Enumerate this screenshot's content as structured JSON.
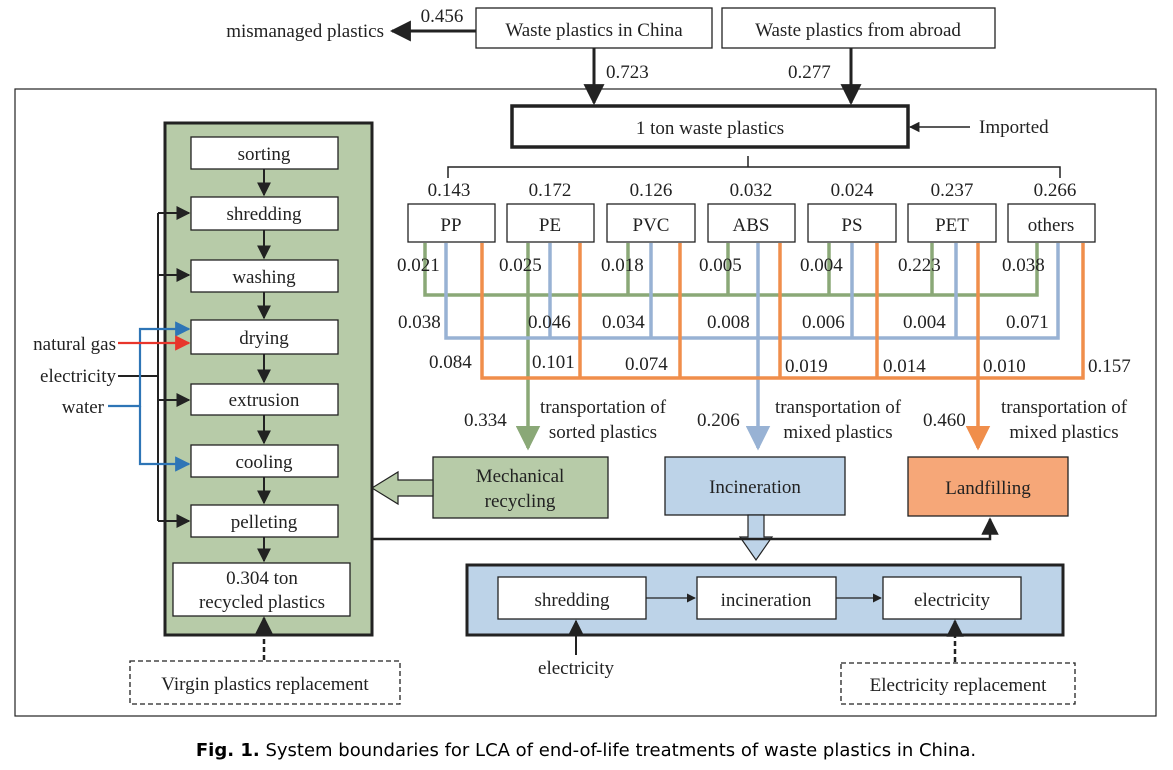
{
  "top": {
    "mismanaged_label": "mismanaged plastics",
    "mismanaged_value": "0.456",
    "china_label": "Waste plastics in China",
    "abroad_label": "Waste plastics from abroad",
    "china_value": "0.723",
    "abroad_value": "0.277",
    "total_label": "1 ton waste plastics",
    "imported_label": "Imported"
  },
  "plastics": [
    {
      "name": "PP",
      "share": "0.143",
      "to_mech": "0.021",
      "to_inc": "0.038",
      "to_land": "0.084"
    },
    {
      "name": "PE",
      "share": "0.172",
      "to_mech": "0.025",
      "to_inc": "0.046",
      "to_land": "0.101"
    },
    {
      "name": "PVC",
      "share": "0.126",
      "to_mech": "0.018",
      "to_inc": "0.034",
      "to_land": "0.074"
    },
    {
      "name": "ABS",
      "share": "0.032",
      "to_mech": "0.005",
      "to_inc": "0.008",
      "to_land": "0.019"
    },
    {
      "name": "PS",
      "share": "0.024",
      "to_mech": "0.004",
      "to_inc": "0.006",
      "to_land": "0.014"
    },
    {
      "name": "PET",
      "share": "0.237",
      "to_mech": "0.223",
      "to_inc": "0.004",
      "to_land": "0.010"
    },
    {
      "name": "others",
      "share": "0.266",
      "to_mech": "0.038",
      "to_inc": "0.071",
      "to_land": "0.157"
    }
  ],
  "routes": {
    "mech_total": "0.334",
    "mech_transport_1": "transportation of",
    "mech_transport_2": "sorted plastics",
    "inc_total": "0.206",
    "inc_transport_1": "transportation of",
    "inc_transport_2": "mixed plastics",
    "land_total": "0.460",
    "land_transport_1": "transportation of",
    "land_transport_2": "mixed plastics"
  },
  "treatments": {
    "mech_1": "Mechanical",
    "mech_2": "recycling",
    "incineration": "Incineration",
    "landfilling": "Landfilling"
  },
  "mech_steps": [
    "sorting",
    "shredding",
    "washing",
    "drying",
    "extrusion",
    "cooling",
    "pelleting"
  ],
  "mech_output_1": "0.304 ton",
  "mech_output_2": "recycled  plastics",
  "inputs": {
    "natural_gas": "natural gas",
    "electricity": "electricity",
    "water": "water"
  },
  "virgin_replacement": "Virgin plastics replacement",
  "inc_steps": [
    "shredding",
    "incineration",
    "electricity"
  ],
  "inc_electricity_input": "electricity",
  "electricity_replacement": "Electricity replacement",
  "caption": {
    "label": "Fig. 1.",
    "text": " System boundaries for LCA of end-of-life treatments of waste plastics in China."
  },
  "colors": {
    "green_fill": "#b7cba8",
    "green_line": "#8aa877",
    "blue_fill": "#bdd3e8",
    "blue_line": "#98b2d4",
    "orange_fill": "#f6a778",
    "orange_line": "#f08e4b",
    "input_blue": "#2e75b6",
    "input_red": "#e8352b"
  }
}
